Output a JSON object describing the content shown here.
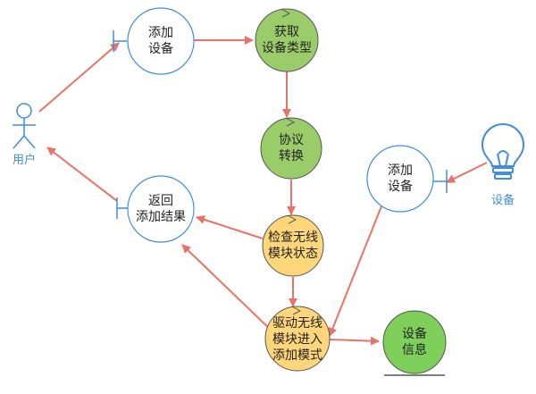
{
  "actors": {
    "user": {
      "label": "用户"
    },
    "device": {
      "label": "设备"
    }
  },
  "nodes": {
    "add_device_ui": {
      "lines": [
        "添加",
        "设备"
      ]
    },
    "get_type": {
      "lines": [
        "获取",
        "设备类型"
      ]
    },
    "protocol": {
      "lines": [
        "协议",
        "转换"
      ]
    },
    "return_ui": {
      "lines": [
        "返回",
        "添加结果"
      ]
    },
    "check_wireless": {
      "lines": [
        "检查无线",
        "模块状态"
      ]
    },
    "drive_wireless": {
      "lines": [
        "驱动无线",
        "模块进入",
        "添加模式"
      ]
    },
    "device_add_ui": {
      "lines": [
        "添加",
        "设备"
      ]
    },
    "device_info": {
      "lines": [
        "设备",
        "信息"
      ]
    }
  },
  "colors": {
    "actor": "#3f8ddc",
    "boundary": "#3f8ddc",
    "control_green": "#9acd6a",
    "control_yellow": "#ffd77a",
    "entity": "#7ed05a",
    "arrow": "#e8736b",
    "stroke": "#444444"
  }
}
